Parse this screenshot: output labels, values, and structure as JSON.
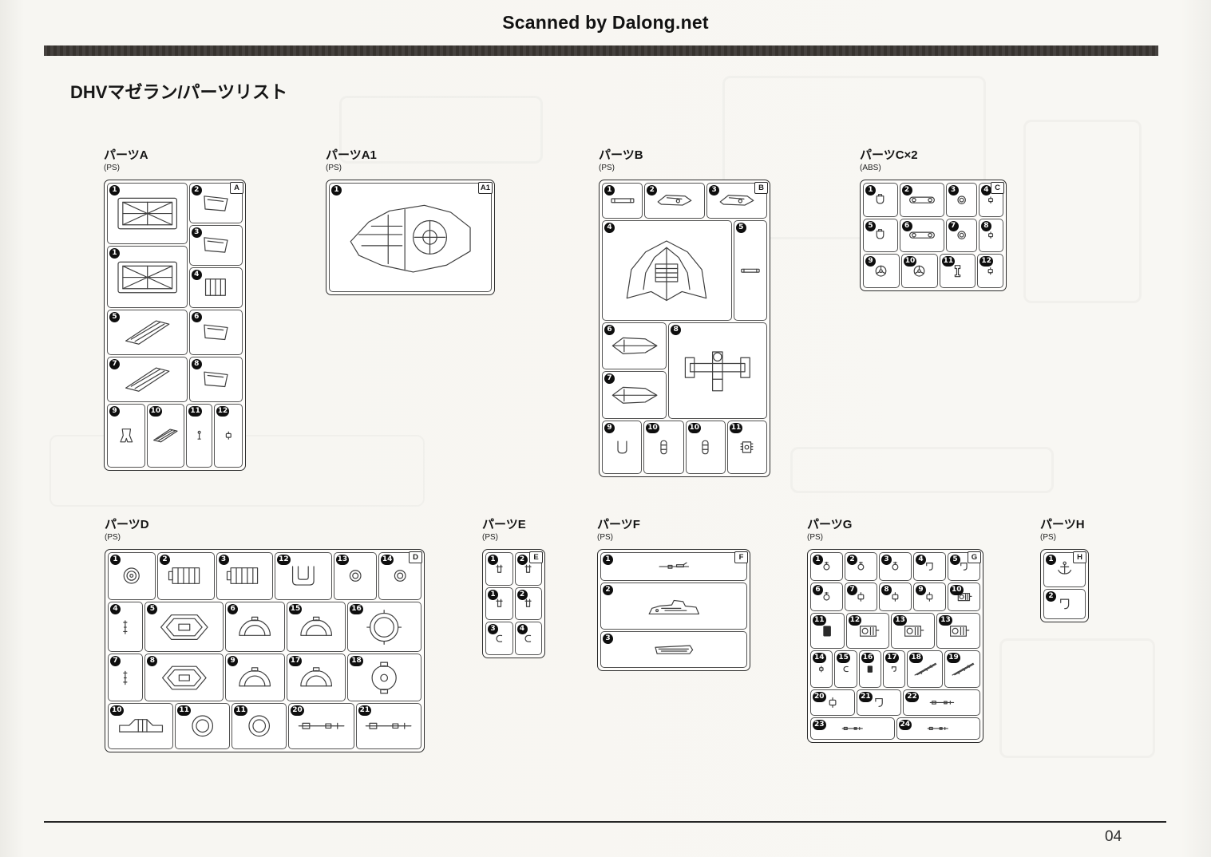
{
  "page": {
    "scan_credit": "Scanned by Dalong.net",
    "title": "DHVマゼラン/パーツリスト",
    "page_number": "04",
    "colors": {
      "ink": "#1d1d1d",
      "header_bar": "#3c3a37",
      "paper": "#f7f6f2"
    }
  },
  "sprues": [
    {
      "id": "A",
      "label": "パーツA",
      "material": "(PS)",
      "tag": "A",
      "bands": [
        {
          "h": 160,
          "cells": [
            {
              "span": 3,
              "stack": [
                {
                  "n": "1",
                  "glyph": "panel"
                },
                {
                  "n": "1",
                  "glyph": "panel"
                }
              ]
            },
            {
              "span": 2,
              "stack": [
                {
                  "n": "2",
                  "glyph": "wedge"
                },
                {
                  "n": "3",
                  "glyph": "wedge"
                },
                {
                  "n": "4",
                  "glyph": "box"
                }
              ]
            }
          ]
        },
        {
          "h": 118,
          "cells": [
            {
              "span": 3,
              "stack": [
                {
                  "n": "5",
                  "glyph": "fin"
                },
                {
                  "n": "7",
                  "glyph": "fin"
                }
              ]
            },
            {
              "span": 2,
              "stack": [
                {
                  "n": "6",
                  "glyph": "wedge"
                },
                {
                  "n": "8",
                  "glyph": "wedge"
                }
              ]
            }
          ]
        },
        {
          "h": 82,
          "cells": [
            {
              "n": "9",
              "glyph": "boot",
              "span": 1.2
            },
            {
              "n": "10",
              "glyph": "fin",
              "span": 1.2
            },
            {
              "n": "11",
              "glyph": "pin",
              "span": 0.8
            },
            {
              "n": "12",
              "glyph": "tiny",
              "span": 0.9
            }
          ]
        }
      ]
    },
    {
      "id": "A1",
      "label": "パーツA1",
      "material": "(PS)",
      "tag": "A1",
      "bands": [
        {
          "h": 1,
          "cells": [
            {
              "n": "1",
              "glyph": "hullcross"
            }
          ]
        }
      ]
    },
    {
      "id": "B",
      "label": "パーツB",
      "material": "(PS)",
      "tag": "B",
      "bands": [
        {
          "h": 45,
          "cells": [
            {
              "n": "1",
              "glyph": "bar",
              "span": 0.8
            },
            {
              "n": "2",
              "glyph": "boat",
              "span": 1.2
            },
            {
              "n": "3",
              "glyph": "boat",
              "span": 1.2
            }
          ]
        },
        {
          "h": 128,
          "cells": [
            {
              "n": "4",
              "glyph": "hullbow",
              "span": 4
            },
            {
              "n": "5",
              "glyph": "bar",
              "span": 1
            }
          ]
        },
        {
          "h": 122,
          "cells": [
            {
              "span": 2,
              "stack": [
                {
                  "n": "6",
                  "glyph": "shell"
                },
                {
                  "n": "7",
                  "glyph": "shell"
                }
              ]
            },
            {
              "n": "8",
              "glyph": "crossframe",
              "span": 3
            }
          ]
        },
        {
          "h": 68,
          "cells": [
            {
              "n": "9",
              "glyph": "usmall"
            },
            {
              "n": "10",
              "glyph": "pod"
            },
            {
              "n": "10",
              "glyph": "pod"
            },
            {
              "n": "11",
              "glyph": "gearbox"
            }
          ]
        }
      ]
    },
    {
      "id": "C",
      "label": "パーツC×2",
      "material": "(ABS)",
      "tag": "C",
      "bands": [
        {
          "h": 46,
          "cells": [
            {
              "n": "1",
              "glyph": "hook"
            },
            {
              "n": "2",
              "glyph": "slotbar",
              "span": 1.3
            },
            {
              "n": "3",
              "glyph": "ringsm",
              "span": 0.9
            },
            {
              "n": "4",
              "glyph": "tiny",
              "span": 0.7
            }
          ]
        },
        {
          "h": 46,
          "cells": [
            {
              "n": "5",
              "glyph": "hook"
            },
            {
              "n": "6",
              "glyph": "slotbar",
              "span": 1.3
            },
            {
              "n": "7",
              "glyph": "ringsm",
              "span": 0.9
            },
            {
              "n": "8",
              "glyph": "tiny",
              "span": 0.7
            }
          ]
        },
        {
          "h": 46,
          "cells": [
            {
              "n": "9",
              "glyph": "wheel"
            },
            {
              "n": "10",
              "glyph": "wheel"
            },
            {
              "n": "11",
              "glyph": "post"
            },
            {
              "n": "12",
              "glyph": "tiny",
              "span": 0.7
            }
          ]
        }
      ]
    },
    {
      "id": "D",
      "label": "パーツD",
      "material": "(PS)",
      "tag": "D",
      "bands": [
        {
          "h": 62,
          "cells": [
            {
              "n": "1",
              "glyph": "disc"
            },
            {
              "n": "2",
              "glyph": "boxrib",
              "span": 1.2
            },
            {
              "n": "3",
              "glyph": "boxrib",
              "span": 1.2
            },
            {
              "n": "12",
              "glyph": "upart",
              "span": 1.2
            },
            {
              "n": "13",
              "glyph": "ringsm",
              "span": 0.9
            },
            {
              "n": "14",
              "glyph": "ringsm",
              "span": 0.9
            }
          ]
        },
        {
          "h": 66,
          "cells": [
            {
              "n": "4",
              "glyph": "rodv",
              "span": 0.7
            },
            {
              "n": "5",
              "glyph": "octa",
              "span": 1.6
            },
            {
              "n": "6",
              "glyph": "dome",
              "span": 1.2
            },
            {
              "n": "15",
              "glyph": "dome",
              "span": 1.2
            },
            {
              "n": "16",
              "glyph": "bigring",
              "span": 1.5
            }
          ]
        },
        {
          "h": 62,
          "cells": [
            {
              "n": "7",
              "glyph": "rodv",
              "span": 0.7
            },
            {
              "n": "8",
              "glyph": "octa",
              "span": 1.6
            },
            {
              "n": "9",
              "glyph": "dome",
              "span": 1.2
            },
            {
              "n": "17",
              "glyph": "dome",
              "span": 1.2
            },
            {
              "n": "18",
              "glyph": "discflat",
              "span": 1.5
            }
          ]
        },
        {
          "h": 60,
          "cells": [
            {
              "n": "10",
              "glyph": "bracketfin",
              "span": 1.2
            },
            {
              "n": "11",
              "glyph": "ringlg"
            },
            {
              "n": "11",
              "glyph": "ringlg"
            },
            {
              "n": "20",
              "glyph": "rodh",
              "span": 1.2
            },
            {
              "n": "21",
              "glyph": "rodh",
              "span": 1.2
            }
          ]
        }
      ]
    },
    {
      "id": "E",
      "label": "パーツE",
      "material": "(PS)",
      "tag": "E",
      "bands": [
        {
          "h": 44,
          "cells": [
            {
              "n": "1",
              "glyph": "fork"
            },
            {
              "n": "2",
              "glyph": "fork"
            }
          ]
        },
        {
          "h": 44,
          "cells": [
            {
              "n": "1",
              "glyph": "fork"
            },
            {
              "n": "2",
              "glyph": "fork"
            }
          ]
        },
        {
          "h": 44,
          "cells": [
            {
              "n": "3",
              "glyph": "cclip"
            },
            {
              "n": "4",
              "glyph": "cclip"
            }
          ]
        }
      ]
    },
    {
      "id": "F",
      "label": "パーツF",
      "material": "(PS)",
      "tag": "F",
      "bands": [
        {
          "h": 38,
          "cells": [
            {
              "n": "1",
              "glyph": "gun"
            }
          ]
        },
        {
          "h": 62,
          "cells": [
            {
              "n": "2",
              "glyph": "superx"
            }
          ]
        },
        {
          "h": 48,
          "cells": [
            {
              "n": "3",
              "glyph": "deck"
            }
          ]
        }
      ]
    },
    {
      "id": "G",
      "label": "パーツG",
      "material": "(PS)",
      "tag": "G",
      "bands": [
        {
          "h": 38,
          "cells": [
            {
              "n": "1",
              "glyph": "blob"
            },
            {
              "n": "2",
              "glyph": "blob"
            },
            {
              "n": "3",
              "glyph": "blob"
            },
            {
              "n": "4",
              "glyph": "hooksm"
            },
            {
              "n": "5",
              "glyph": "hooksm"
            }
          ]
        },
        {
          "h": 38,
          "cells": [
            {
              "n": "6",
              "glyph": "blob"
            },
            {
              "n": "7",
              "glyph": "tiny"
            },
            {
              "n": "8",
              "glyph": "tiny"
            },
            {
              "n": "9",
              "glyph": "tiny"
            },
            {
              "n": "10",
              "glyph": "machine"
            }
          ]
        },
        {
          "h": 48,
          "cells": [
            {
              "n": "11",
              "glyph": "blackrect"
            },
            {
              "n": "12",
              "glyph": "machine",
              "span": 1.3
            },
            {
              "n": "13",
              "glyph": "machine",
              "span": 1.3
            },
            {
              "n": "13",
              "glyph": "machine",
              "span": 1.3
            }
          ]
        },
        {
          "h": 50,
          "cells": [
            {
              "n": "14",
              "glyph": "tiny",
              "span": 0.8
            },
            {
              "n": "15",
              "glyph": "cclip",
              "span": 0.8
            },
            {
              "n": "16",
              "glyph": "blackrect",
              "span": 0.8
            },
            {
              "n": "17",
              "glyph": "hooksm",
              "span": 0.8
            },
            {
              "n": "18",
              "glyph": "diagrod",
              "span": 1.3
            },
            {
              "n": "19",
              "glyph": "diagrod",
              "span": 1.3
            }
          ]
        },
        {
          "h": 34,
          "cells": [
            {
              "n": "20",
              "glyph": "tiny",
              "span": 0.8
            },
            {
              "n": "21",
              "glyph": "hooksm",
              "span": 0.8
            },
            {
              "n": "22",
              "glyph": "rodh",
              "span": 1.4
            }
          ]
        },
        {
          "h": 30,
          "cells": [
            {
              "n": "23",
              "glyph": "rodh"
            },
            {
              "n": "24",
              "glyph": "rodh"
            }
          ]
        }
      ]
    },
    {
      "id": "H",
      "label": "パーツH",
      "material": "(PS)",
      "tag": "H",
      "bands": [
        {
          "h": 48,
          "cells": [
            {
              "n": "1",
              "glyph": "anchor"
            }
          ]
        },
        {
          "h": 42,
          "cells": [
            {
              "n": "2",
              "glyph": "hooksm"
            }
          ]
        }
      ]
    }
  ]
}
